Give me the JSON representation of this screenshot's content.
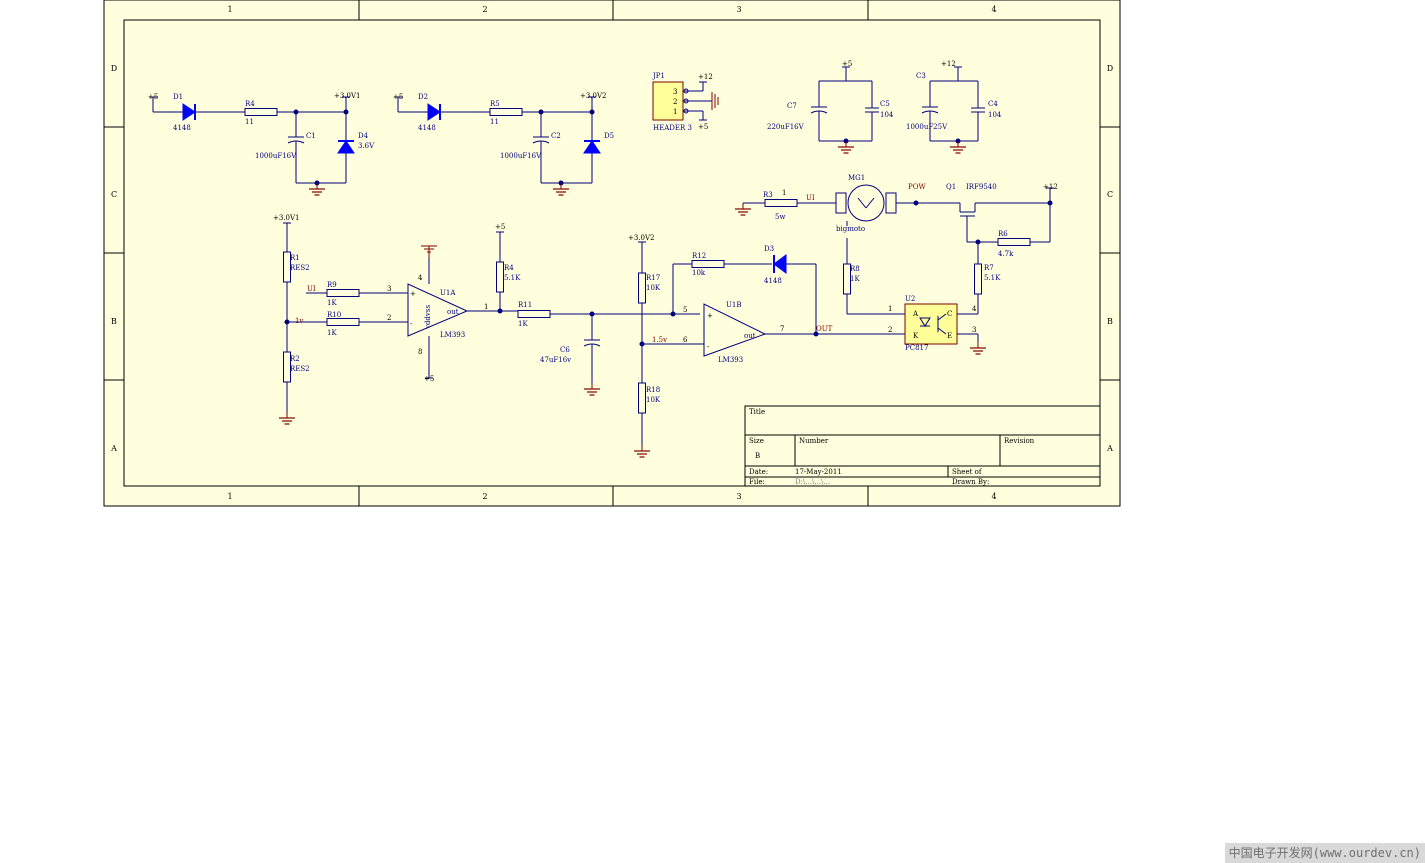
{
  "frame": {
    "columns": [
      "1",
      "2",
      "3",
      "4"
    ],
    "rows": [
      "D",
      "C",
      "B",
      "A"
    ]
  },
  "supplies": {
    "d1_in": "+5",
    "v1_top": "+3.0V1",
    "d2_in": "+5",
    "v2_top": "+3.0V2",
    "jp1_top": "+12",
    "jp1_bot": "+5",
    "c7_top": "+5",
    "c3_top": "+12",
    "r1_top": "+3.0V1",
    "u1a_top": "",
    "u1a_bot": "+5",
    "r4_top": "+5",
    "r17_top": "+3.0V2",
    "q1_rail": "+12"
  },
  "components": {
    "d1": {
      "ref": "D1",
      "val": "4148"
    },
    "r4a": {
      "ref": "R4",
      "val": "11"
    },
    "c1": {
      "ref": "C1",
      "val": "1000uF16V"
    },
    "d4": {
      "ref": "D4",
      "val": "3.6V"
    },
    "d2": {
      "ref": "D2",
      "val": "4148"
    },
    "r5": {
      "ref": "R5",
      "val": "11"
    },
    "c2": {
      "ref": "C2",
      "val": "1000uF16V"
    },
    "d5": {
      "ref": "D5"
    },
    "jp1": {
      "ref": "JP1",
      "val": "HEADER 3",
      "pins": [
        "3",
        "2",
        "1"
      ]
    },
    "c7": {
      "ref": "C7",
      "val": "220uF16V"
    },
    "c5": {
      "ref": "C5",
      "val": "104"
    },
    "c3": {
      "ref": "C3",
      "val": "1000uF25V"
    },
    "c4": {
      "ref": "C4",
      "val": "104"
    },
    "r3": {
      "ref": "R3",
      "val": "5w",
      "pin": "1"
    },
    "mg1": {
      "ref": "MG1",
      "val": "bigmoto"
    },
    "q1": {
      "ref": "Q1",
      "val": "IRF9540"
    },
    "r6": {
      "ref": "R6",
      "val": "4.7k"
    },
    "r7": {
      "ref": "R7",
      "val": "5.1K"
    },
    "r1": {
      "ref": "R1",
      "val": "RES2"
    },
    "r2": {
      "ref": "R2",
      "val": "RES2"
    },
    "r9": {
      "ref": "R9",
      "val": "1K"
    },
    "r10": {
      "ref": "R10",
      "val": "1K"
    },
    "u1a": {
      "ref": "U1A",
      "val": "LM393",
      "body": "vddvss",
      "out": "out",
      "pin_plus": "3",
      "pin_minus": "2",
      "pin_vdd": "4",
      "pin_vss": "8",
      "pin_out": "1"
    },
    "r4b": {
      "ref": "R4",
      "val": "5.1K"
    },
    "r11": {
      "ref": "R11",
      "val": "1K"
    },
    "c6": {
      "ref": "C6",
      "val": "47uF16v"
    },
    "r17": {
      "ref": "R17",
      "val": "10K"
    },
    "r18": {
      "ref": "R18",
      "val": "10K"
    },
    "r12": {
      "ref": "R12",
      "val": "10k"
    },
    "d3": {
      "ref": "D3",
      "val": "4148"
    },
    "u1b": {
      "ref": "U1B",
      "val": "LM393",
      "out": "out",
      "pin_plus": "5",
      "pin_minus": "6",
      "pin_out": "7"
    },
    "r8": {
      "ref": "R8",
      "val": "1K"
    },
    "u2": {
      "ref": "U2",
      "val": "PC817",
      "a": "A",
      "k": "K",
      "c": "C",
      "e": "E",
      "pin1": "1",
      "pin2": "2",
      "pin3": "3",
      "pin4": "4"
    }
  },
  "nets": {
    "ui_in": "UI",
    "ui_motor": "UI",
    "pow": "POW",
    "out": "OUT",
    "v1v": "1v",
    "v15": "1.5v"
  },
  "title_block": {
    "title_label": "Title",
    "size_label": "Size",
    "size_value": "B",
    "number_label": "Number",
    "revision_label": "Revision",
    "date_label": "Date:",
    "date_value": "17-May-2011",
    "sheet_label": "Sheet of",
    "file_label": "File:",
    "file_value": "D:\\...\\...\\...",
    "drawn_label": "Drawn By:"
  },
  "watermark": "中国电子开发网(www.ourdev.cn)",
  "colors": {
    "paper": "#ffffdd",
    "wire": "#000080",
    "component": "#000080",
    "diode_fill": "#0000ff",
    "power_red": "#800000",
    "ic_fill": "#ffff99"
  }
}
